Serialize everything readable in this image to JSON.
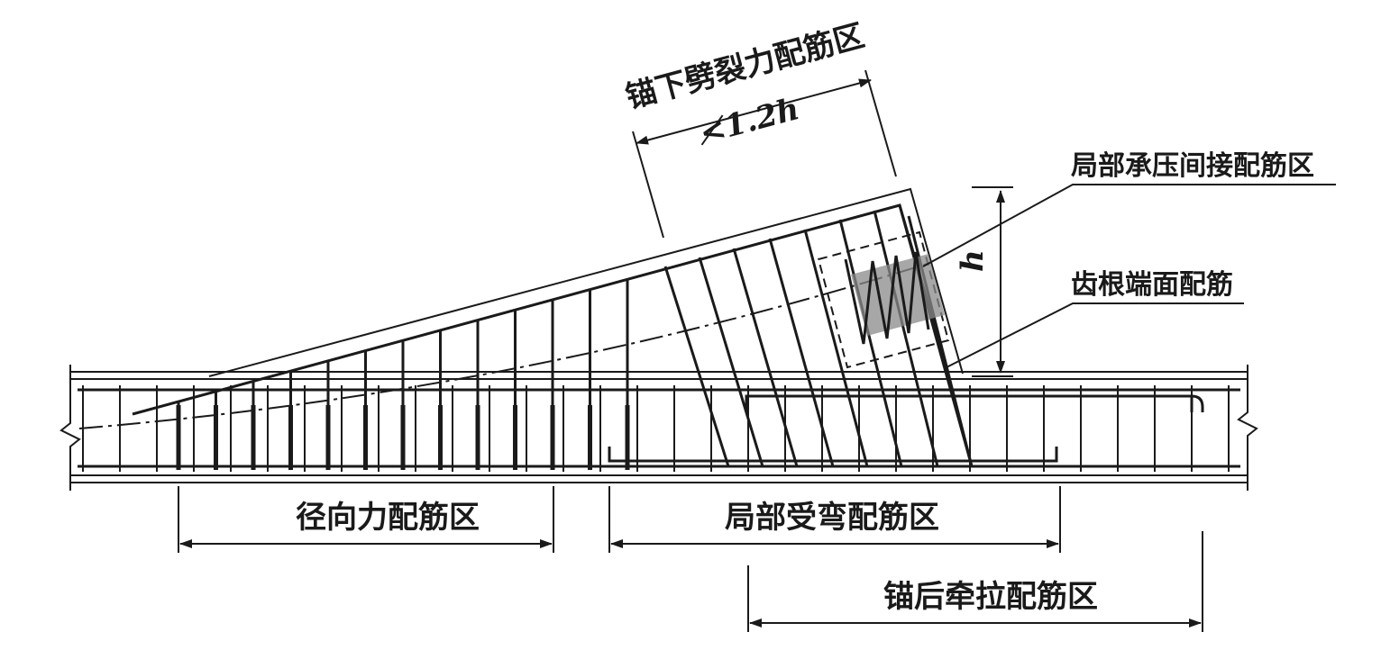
{
  "labels": {
    "splitting_zone": "锚下劈裂力配筋区",
    "splitting_length": "≮1.2h",
    "local_bearing_zone": "局部承压间接配筋区",
    "tooth_root_face": "齿根端面配筋",
    "height_symbol": "h",
    "radial_force_zone": "径向力配筋区",
    "local_bending_zone": "局部受弯配筋区",
    "anchor_rear_tension_zone": "锚后牵拉配筋区"
  },
  "colors": {
    "line": "#1a1a1a",
    "bearing_fill": "#8a8a8a"
  }
}
